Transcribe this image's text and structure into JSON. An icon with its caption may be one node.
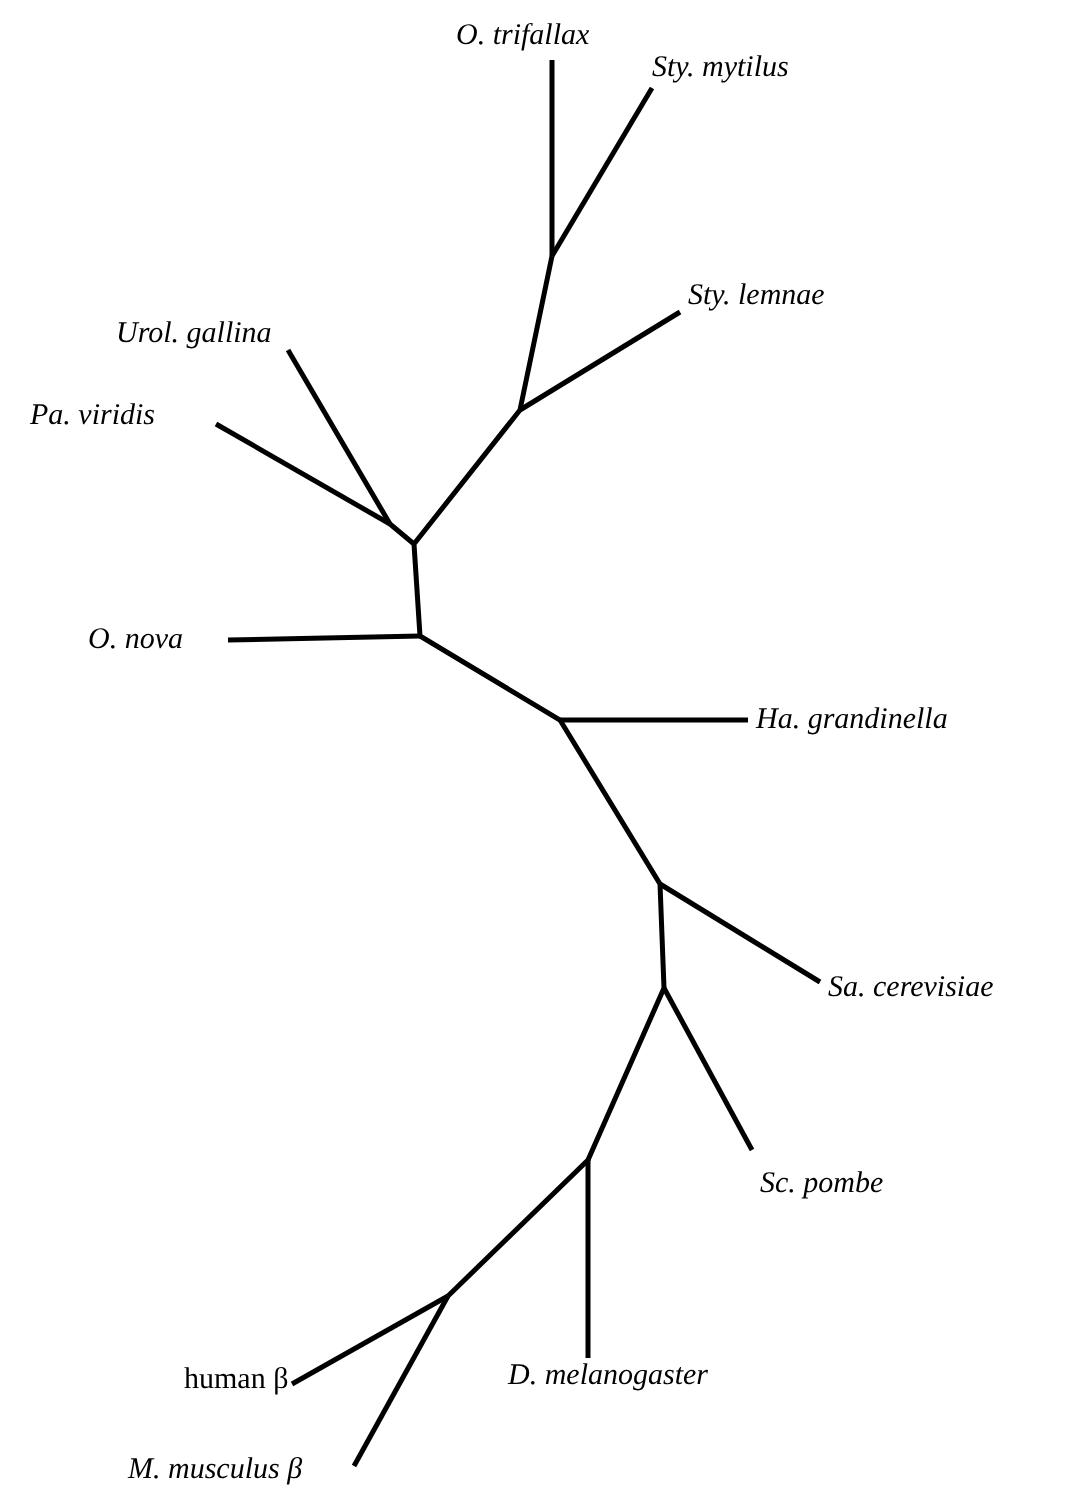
{
  "diagram": {
    "nodes": [
      {
        "text": [
          "O. trifallax"
        ]
      },
      {
        "text": [
          "Sty. mytilus"
        ]
      },
      {
        "text": [
          "Sty. lemnae"
        ]
      },
      {
        "text": [
          "Urol. gallina"
        ]
      },
      {
        "text": [
          "Pa. viridis"
        ]
      },
      {
        "text": [
          "O. nova"
        ]
      },
      {
        "text": [
          "Ha. grandinella"
        ]
      },
      {
        "text": [
          "Sa. cerevisiae"
        ]
      },
      {
        "text": [
          "Sc. pombe"
        ]
      },
      {
        "text": [
          "D. melanogaster"
        ]
      },
      {
        "text": [
          "human β"
        ]
      },
      {
        "text": [
          "M. musculus β"
        ]
      }
    ],
    "edges": [
      {
        "from": 0,
        "to": null,
        "arrow": "none"
      },
      {
        "from": 1,
        "to": null,
        "arrow": "none"
      },
      {
        "from": 2,
        "to": null,
        "arrow": "none"
      },
      {
        "from": 3,
        "to": null,
        "arrow": "none"
      },
      {
        "from": 4,
        "to": null,
        "arrow": "none"
      },
      {
        "from": 5,
        "to": null,
        "arrow": "none"
      },
      {
        "from": 6,
        "to": null,
        "arrow": "none"
      },
      {
        "from": 7,
        "to": null,
        "arrow": "none"
      },
      {
        "from": 8,
        "to": null,
        "arrow": "none"
      },
      {
        "from": 9,
        "to": null,
        "arrow": "none"
      },
      {
        "from": 10,
        "to": null,
        "arrow": "none"
      },
      {
        "from": 11,
        "to": null,
        "arrow": "none"
      }
    ]
  }
}
